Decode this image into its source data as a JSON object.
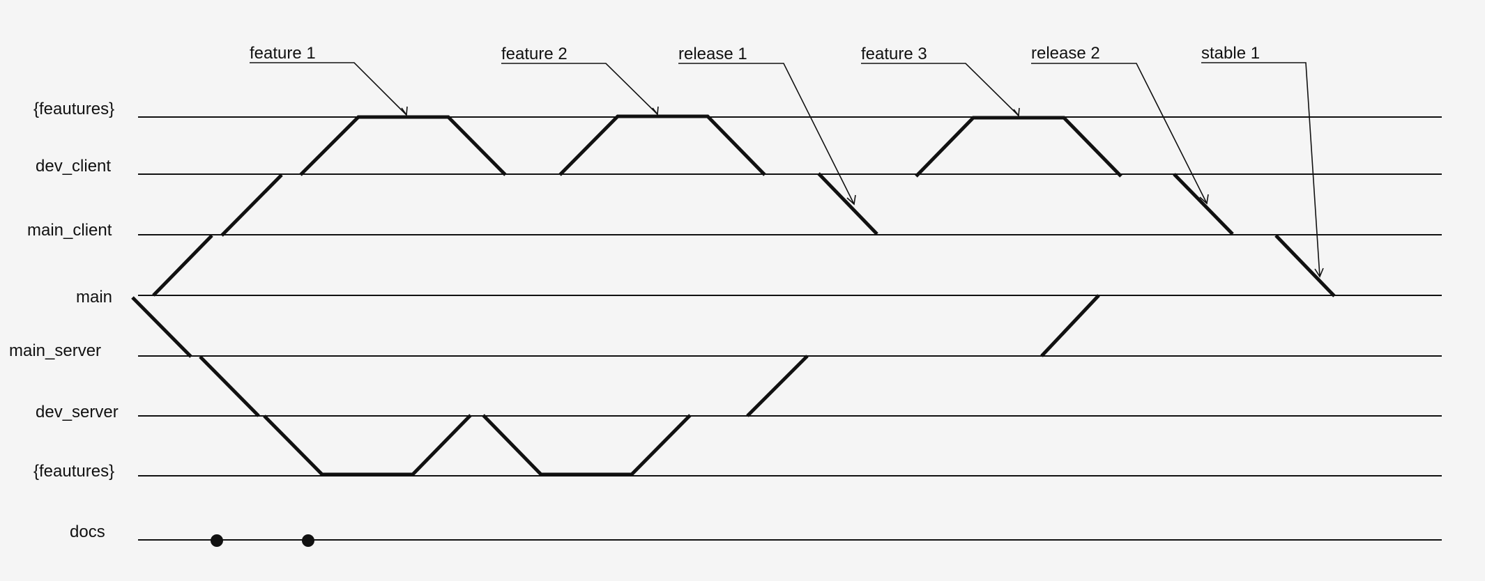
{
  "lanes": [
    {
      "id": "features_top",
      "label": "{feautures}"
    },
    {
      "id": "dev_client",
      "label": "dev_client"
    },
    {
      "id": "main_client",
      "label": "main_client"
    },
    {
      "id": "main",
      "label": "main"
    },
    {
      "id": "main_server",
      "label": "main_server"
    },
    {
      "id": "dev_server",
      "label": "dev_server"
    },
    {
      "id": "features_bottom",
      "label": "{feautures}"
    },
    {
      "id": "docs",
      "label": "docs"
    }
  ],
  "annotations": [
    {
      "id": "feature-1",
      "label": "feature 1"
    },
    {
      "id": "feature-2",
      "label": "feature 2"
    },
    {
      "id": "release-1",
      "label": "release 1"
    },
    {
      "id": "feature-3",
      "label": "feature 3"
    },
    {
      "id": "release-2",
      "label": "release 2"
    },
    {
      "id": "stable-1",
      "label": "stable 1"
    }
  ],
  "colors": {
    "line": "#111111",
    "background": "#f5f5f5"
  }
}
